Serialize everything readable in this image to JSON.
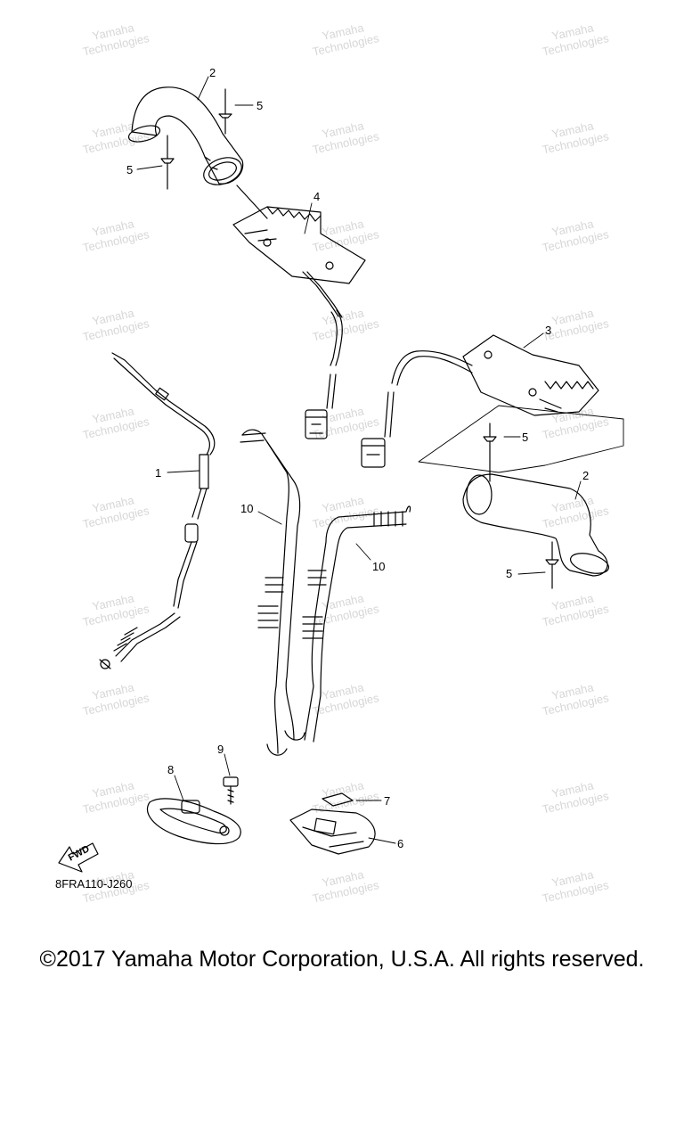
{
  "diagram": {
    "part_code": "8FRA110-J260",
    "fwd_label": "FWD",
    "watermark_text": [
      "Yamaha",
      "Technologies"
    ],
    "callouts": {
      "c1": "1",
      "c2a": "2",
      "c2b": "2",
      "c3": "3",
      "c4": "4",
      "c5a": "5",
      "c5b": "5",
      "c5c": "5",
      "c5d": "5",
      "c6": "6",
      "c7": "7",
      "c8": "8",
      "c9": "9",
      "c10a": "10",
      "c10b": "10"
    }
  },
  "footer": {
    "copyright": "©2017 Yamaha Motor Corporation, U.S.A. All rights reserved."
  },
  "colors": {
    "line": "#000000",
    "watermark": "#b5b5b5",
    "background": "#ffffff"
  }
}
